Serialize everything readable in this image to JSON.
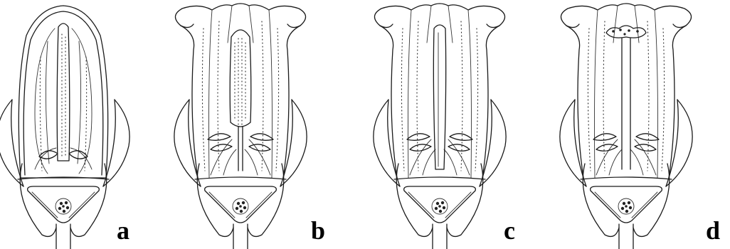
{
  "figure": {
    "panels": [
      {
        "label": "a"
      },
      {
        "label": "b"
      },
      {
        "label": "c"
      },
      {
        "label": "d"
      }
    ]
  }
}
